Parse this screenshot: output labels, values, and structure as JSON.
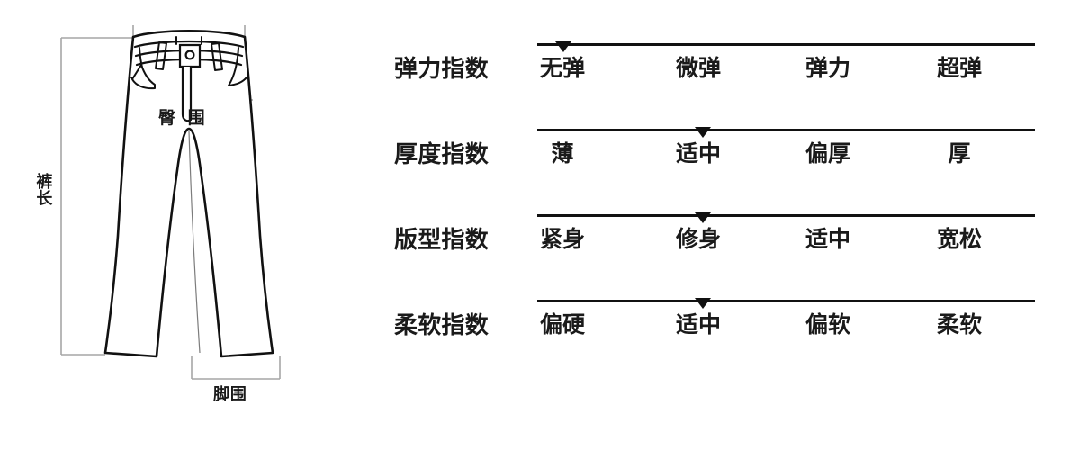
{
  "diagram": {
    "name": "flared-jeans-measurement-illustration",
    "measurements": [
      {
        "key": "hip",
        "label": "臀 围"
      },
      {
        "key": "hem",
        "label": "脚围"
      },
      {
        "key": "length",
        "label": "裤长"
      }
    ],
    "colors": {
      "outline": "#111111",
      "guide": "#a6a6a6",
      "fill": "#ffffff"
    }
  },
  "indexes": {
    "rows": [
      {
        "label": "弹力指数",
        "ticks": [
          "无弹",
          "微弹",
          "弹力",
          "超弹"
        ],
        "marker_index": 0,
        "marker_pct": 5.2,
        "selected": "无弹"
      },
      {
        "label": "厚度指数",
        "ticks": [
          "薄",
          "适中",
          "偏厚",
          "厚"
        ],
        "marker_index": 1,
        "marker_pct": 33.2,
        "selected": "适中"
      },
      {
        "label": "版型指数",
        "ticks": [
          "紧身",
          "修身",
          "适中",
          "宽松"
        ],
        "marker_index": 1,
        "marker_pct": 33.2,
        "selected": "修身"
      },
      {
        "label": "柔软指数",
        "ticks": [
          "偏硬",
          "适中",
          "偏软",
          "柔软"
        ],
        "marker_index": 1,
        "marker_pct": 33.2,
        "selected": "适中"
      }
    ],
    "colors": {
      "line": "#111111",
      "text": "#1a1a1a"
    }
  }
}
